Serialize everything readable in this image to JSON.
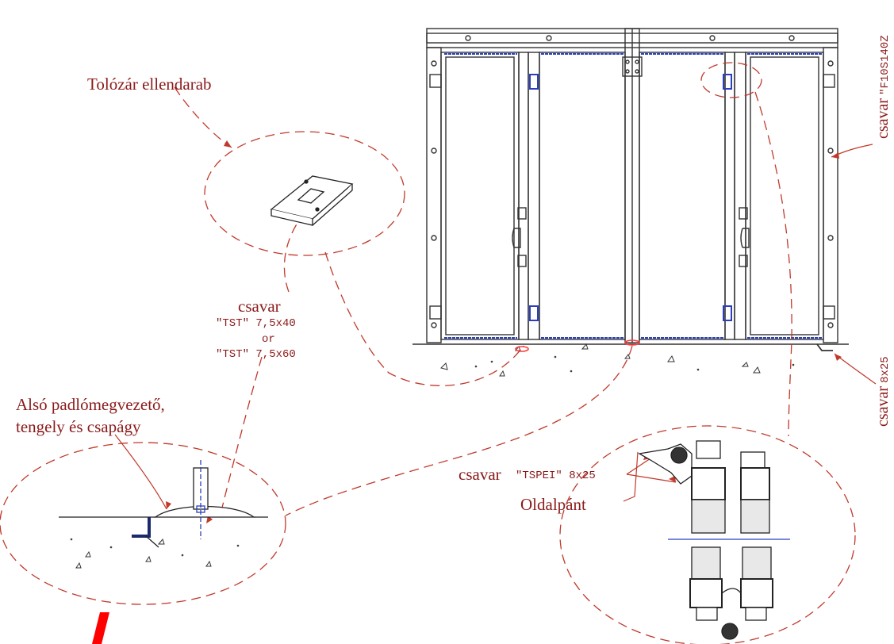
{
  "labels": {
    "tolozar": "Tolózár ellendarab",
    "csavar_mid": "csavar",
    "tst1": "\"TST\" 7,5x40",
    "or": "or",
    "tst2": "\"TST\" 7,5x60",
    "also_line1": "Alsó padlómegvezető,",
    "also_line2": "tengely és csapágy",
    "csavar_tspei": "csavar",
    "tspei_spec": "\"TSPEI\" 8x25",
    "oldalpant": "Oldalpánt",
    "csavar_top_right": "csavar",
    "top_right_spec": "\"F10S140Z",
    "csavar_bottom_right": "csavar",
    "bottom_right_spec": "8x25"
  },
  "colors": {
    "annotation": "#8b1a1a",
    "leader": "#c0392b",
    "drawing": "#333333",
    "hinge": "#2a3fbf",
    "marker": "#ff0000"
  }
}
